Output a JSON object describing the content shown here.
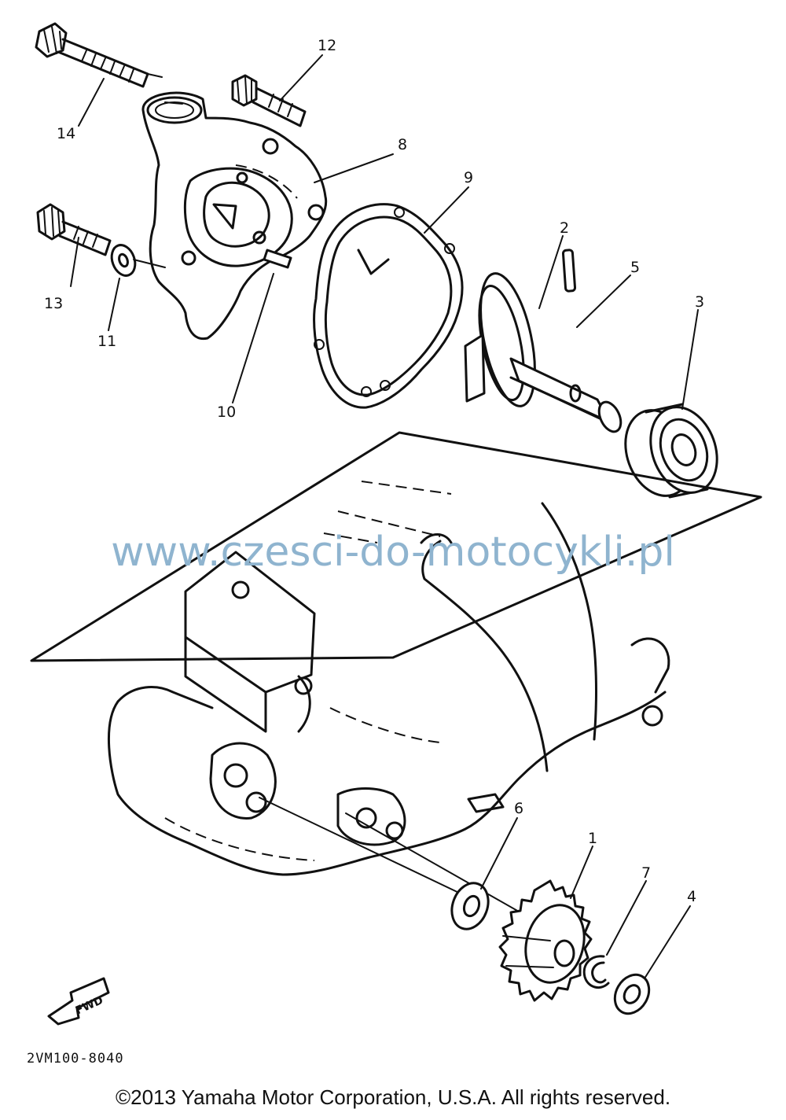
{
  "diagram": {
    "callouts": {
      "p1": "1",
      "p2": "2",
      "p3": "3",
      "p4": "4",
      "p5": "5",
      "p6": "6",
      "p7": "7",
      "p8": "8",
      "p9": "9",
      "p10": "10",
      "p11": "11",
      "p12": "12",
      "p13": "13",
      "p14": "14"
    },
    "fwd_label": "FWD",
    "drawing_code": "2VM100-8040",
    "watermark": "www.czesci-do-motocykli.pl",
    "copyright": "©2013 Yamaha Motor Corporation, U.S.A. All rights reserved."
  }
}
